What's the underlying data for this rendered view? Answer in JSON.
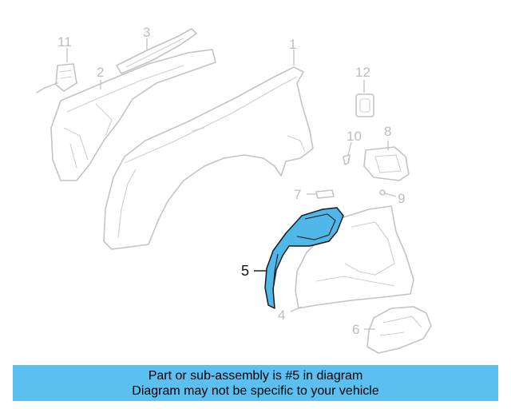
{
  "diagram": {
    "callouts": {
      "c1": "1",
      "c2": "2",
      "c3": "3",
      "c4": "4",
      "c5": "5",
      "c6": "6",
      "c7": "7",
      "c8": "8",
      "c9": "9",
      "c10": "10",
      "c11": "11",
      "c12": "12"
    },
    "highlighted_part": "5",
    "colors": {
      "highlight": "#4fb8e8",
      "banner": "#5bc0f0",
      "line_art": "#c4c4c4"
    }
  },
  "banner": {
    "line1": "Part or sub-assembly is #5 in diagram",
    "line2": "Diagram may not be specific to your vehicle"
  }
}
